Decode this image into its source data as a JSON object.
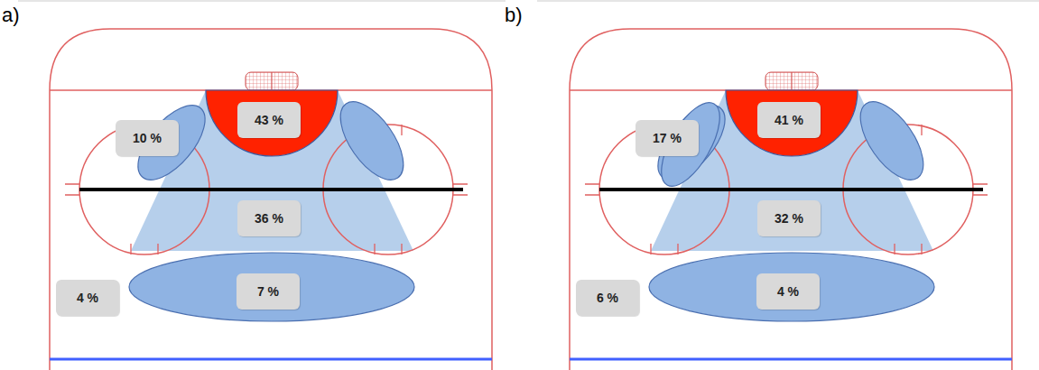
{
  "diagram": {
    "nodes": [
      {
        "text": [
          "10 %"
        ]
      },
      {
        "text": [
          "43 %"
        ]
      },
      {
        "text": [
          "36 %"
        ]
      },
      {
        "text": [
          "4 %"
        ]
      },
      {
        "text": [
          "7 %"
        ]
      },
      {
        "text": [
          "17 %"
        ]
      },
      {
        "text": [
          "41 %"
        ]
      },
      {
        "text": [
          "32 %"
        ]
      },
      {
        "text": [
          "6 %"
        ]
      },
      {
        "text": [
          "4 %"
        ]
      }
    ],
    "labels": [
      "a)",
      "b)"
    ]
  }
}
